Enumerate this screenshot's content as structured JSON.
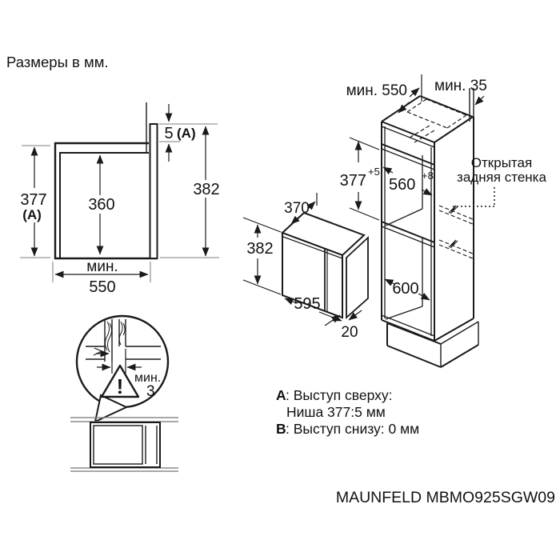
{
  "title": "Размеры в мм.",
  "model": "MAUNFELD MBMO925SGW09",
  "profile": {
    "niche_height": "377",
    "niche_height_ref": "(A)",
    "inner_height": "360",
    "top_gap": "5",
    "top_gap_ref": "(A)",
    "total_height": "382",
    "min_label": "мин.",
    "min_width": "550"
  },
  "cabinet": {
    "depth_min": "мин. 550",
    "back_gap": "мин. 35",
    "niche_height": "377",
    "niche_height_tol": "+5",
    "niche_width": "560",
    "niche_width_tol": "+8",
    "lower_depth": "600",
    "open_back_1": "Открытая",
    "open_back_2": "задняя стенка"
  },
  "oven": {
    "depth": "370",
    "height": "382",
    "width": "595",
    "frame": "20"
  },
  "detail": {
    "min_label": "мин.",
    "gap": "3",
    "warning": "!"
  },
  "notes": {
    "a_key": "A",
    "a_text": ": Выступ сверху:",
    "a_line2": "Ниша 377:5 мм",
    "b_key": "B",
    "b_text": ": Выступ снизу: 0 мм"
  },
  "colors": {
    "ink": "#1a1a1a",
    "extension": "#999999"
  }
}
